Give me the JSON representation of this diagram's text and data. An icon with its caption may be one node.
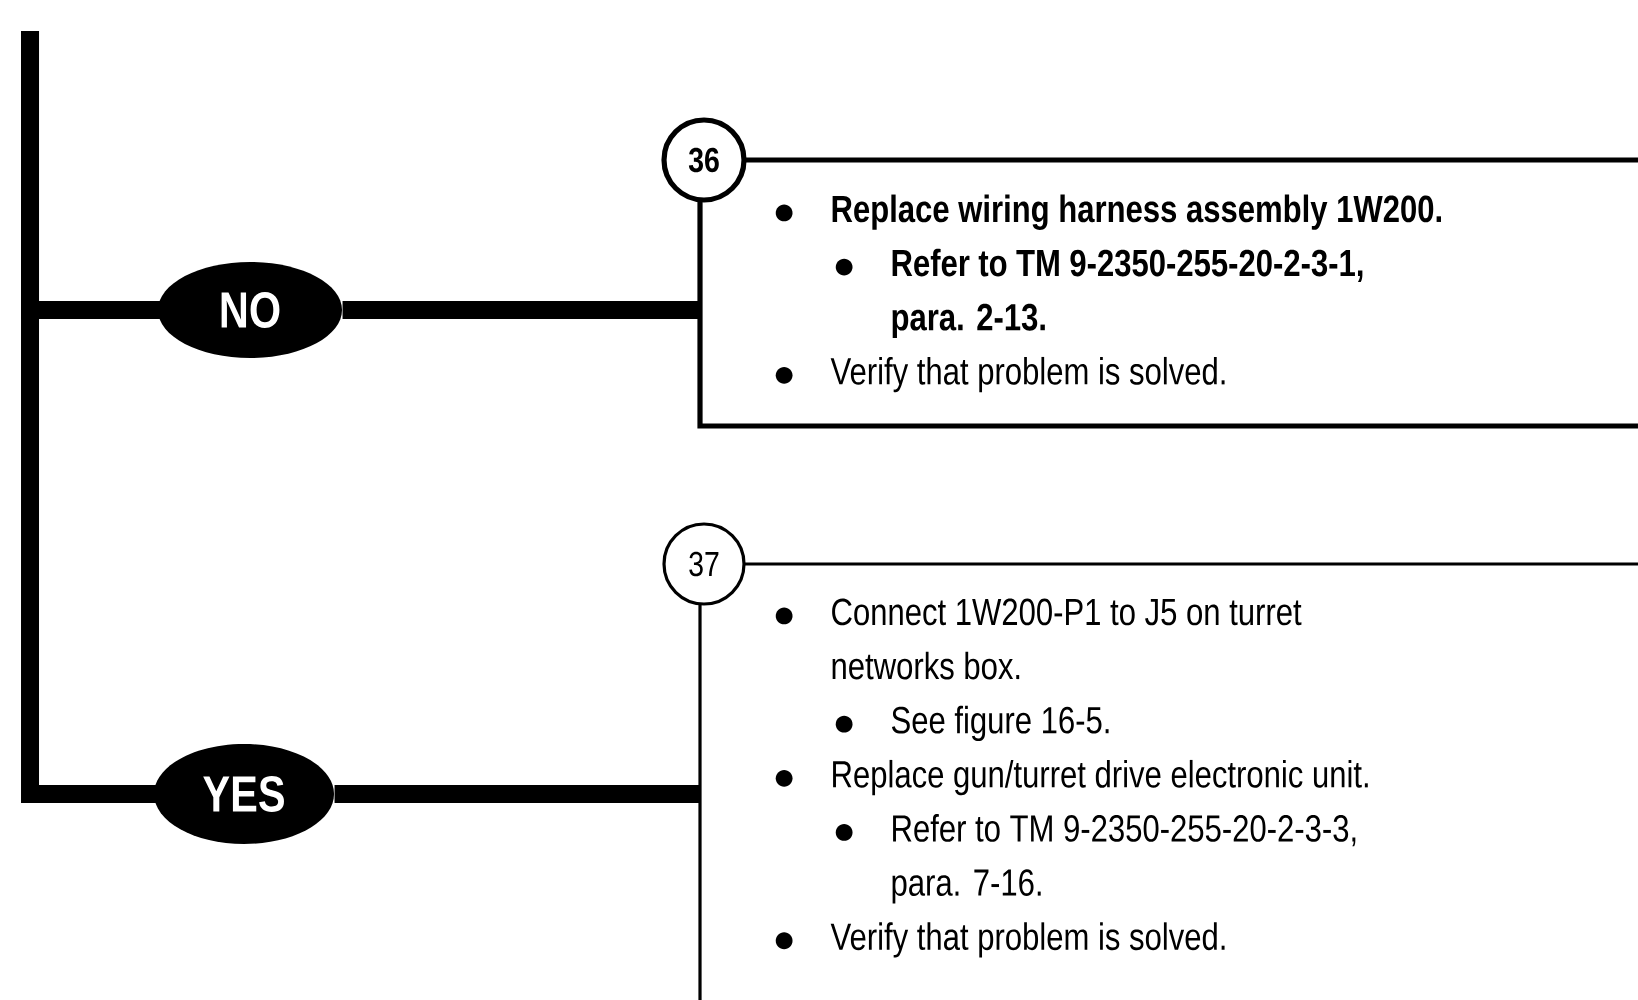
{
  "diagram": {
    "nodes": [
      {
        "text": [
          "NO"
        ]
      },
      {
        "text": [
          "YES"
        ]
      },
      {
        "text": [
          "36",
          "Replace wiring harness assembly 1W200.",
          "Refer to TM 9-2350-255-20-2-3-1, para. 2-13.",
          "Verify that problem is solved."
        ]
      },
      {
        "text": [
          "37",
          "Connect 1W200-P1 to J5 on turret networks box.",
          "See figure 16-5.",
          "Replace gun/turret drive electronic unit.",
          "Refer to TM 9-2350-255-20-2-3-3, para. 7-16.",
          "Verify that problem is solved."
        ]
      }
    ],
    "edges": [
      {
        "from": null,
        "to": 0,
        "arrow": "none"
      },
      {
        "from": null,
        "to": 1,
        "arrow": "none"
      },
      {
        "from": 0,
        "to": 2,
        "arrow": "none"
      },
      {
        "from": 1,
        "to": 3,
        "arrow": "none"
      }
    ]
  }
}
